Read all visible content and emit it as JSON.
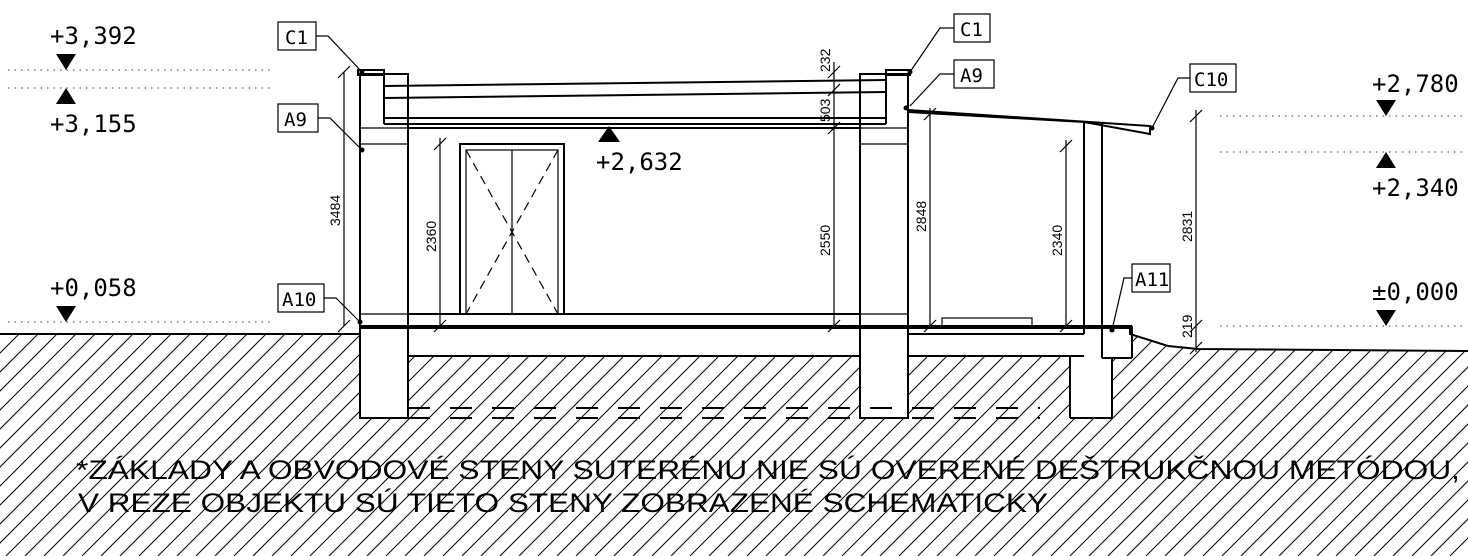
{
  "levels": {
    "l3392": "+3,392",
    "l3155": "+3,155",
    "l2632": "+2,632",
    "l0058": "+0,058",
    "l2780": "+2,780",
    "l2340": "+2,340",
    "l0000": "±0,000"
  },
  "tags": {
    "c1_left": "C1",
    "c1_right": "C1",
    "a9_left": "A9",
    "a9_right": "A9",
    "a10": "A10",
    "c10": "C10",
    "a11": "A11"
  },
  "dims": {
    "d232": "232",
    "d503": "503",
    "d2550": "2550",
    "d3484": "3484",
    "d2360": "2360",
    "d2848": "2848",
    "d2340": "2340",
    "d2831": "2831",
    "d219": "219"
  },
  "note": {
    "line1": "*ZÁKLADY A OBVODOVÉ STENY SUTERÉNU NIE SÚ OVERENÉ DEŠTRUKČNOU METÓDOU,",
    "line2": "V REZE OBJEKTU SÚ TIETO STENY ZOBRAZENÉ SCHEMATICKY"
  }
}
